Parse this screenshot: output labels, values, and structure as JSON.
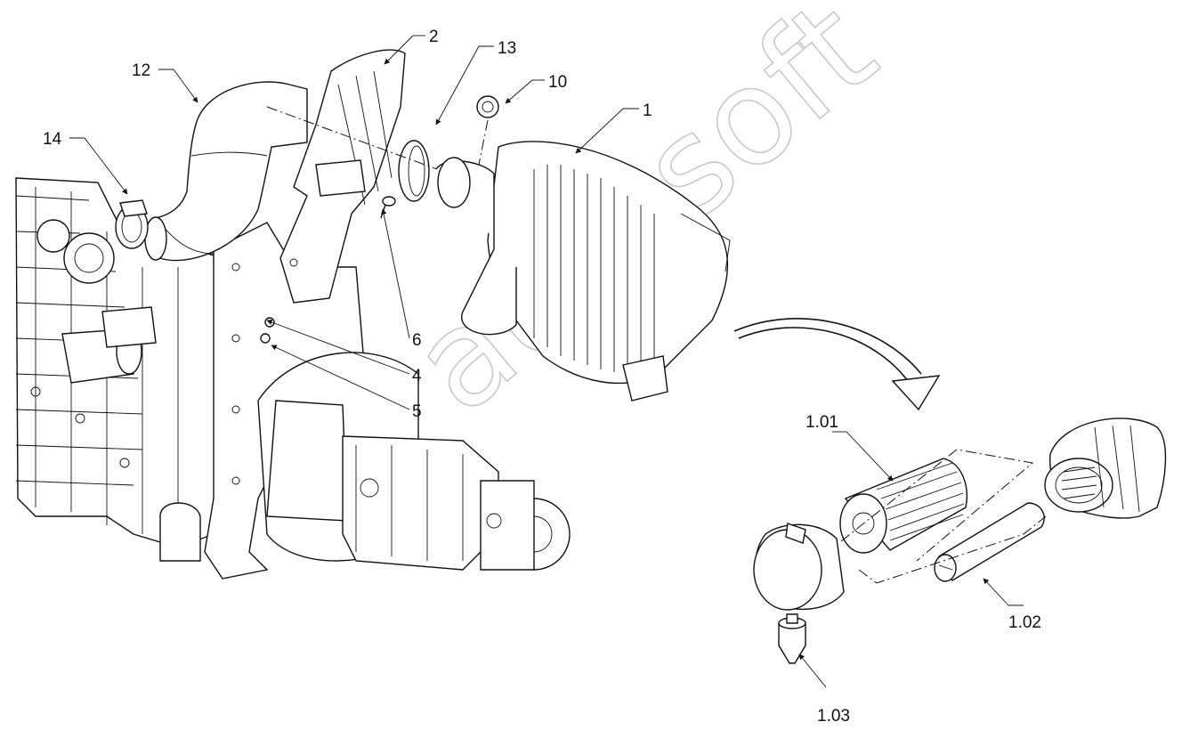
{
  "watermark": "autosoft",
  "callouts": {
    "c1": "1",
    "c2": "2",
    "c4": "4",
    "c5": "5",
    "c6": "6",
    "c10": "10",
    "c12": "12",
    "c13": "13",
    "c14": "14",
    "c101": "1.01",
    "c102": "1.02",
    "c103": "1.03"
  }
}
